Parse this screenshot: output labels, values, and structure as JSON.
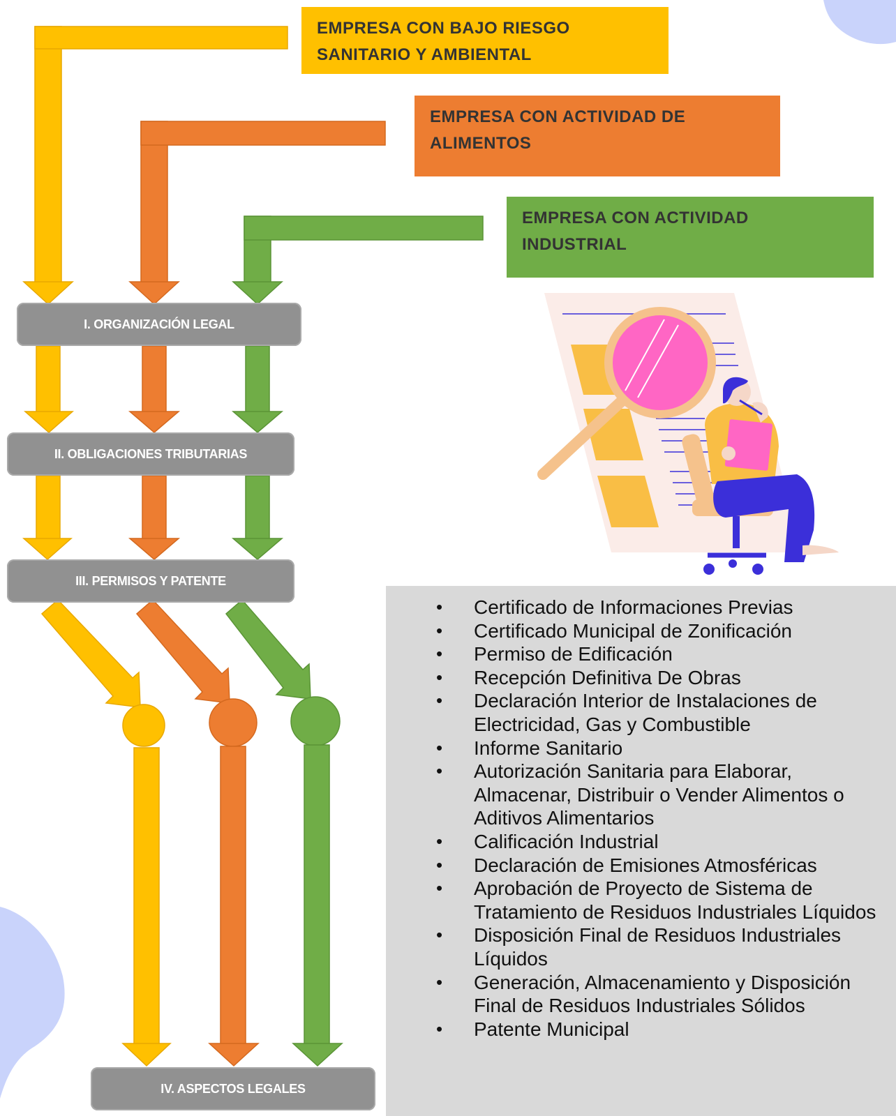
{
  "company_types": [
    {
      "line1": "EMPRESA CON BAJO RIESGO",
      "line2": "SANITARIO Y AMBIENTAL",
      "color": "#FFC000"
    },
    {
      "line1": "EMPRESA CON ACTIVIDAD DE",
      "line2": "ALIMENTOS",
      "color": "#ED7D31"
    },
    {
      "line1": "EMPRESA CON ACTIVIDAD",
      "line2": "INDUSTRIAL",
      "color": "#70AD47"
    }
  ],
  "steps": [
    "I.  ORGANIZACIÓN LEGAL",
    "II. OBLIGACIONES TRIBUTARIAS",
    "III. PERMISOS Y PATENTE",
    "IV. ASPECTOS LEGALES"
  ],
  "requirements": [
    "Certificado de Informaciones Previas",
    "Certificado Municipal de Zonificación",
    "Permiso de Edificación",
    "Recepción Definitiva De Obras",
    "Declaración Interior de Instalaciones de Electricidad, Gas y Combustible",
    "Informe Sanitario",
    "Autorización Sanitaria para Elaborar, Almacenar, Distribuir o Vender Alimentos o Aditivos Alimentarios",
    "Calificación Industrial",
    "Declaración de Emisiones Atmosféricas",
    "Aprobación de Proyecto de Sistema de Tratamiento de Residuos Industriales Líquidos",
    "Disposición Final de Residuos Industriales Líquidos",
    "Generación, Almacenamiento y Disposición Final de Residuos Industriales Sólidos",
    "Patente Municipal"
  ],
  "colors": {
    "yellow": "#FFC000",
    "orange": "#ED7D31",
    "green": "#70AD47",
    "step_gray": "#919191",
    "panel_gray": "#D9D9D9",
    "blob": "#C9D3FB"
  },
  "illustration": "person-analyzing-document-with-magnifier"
}
